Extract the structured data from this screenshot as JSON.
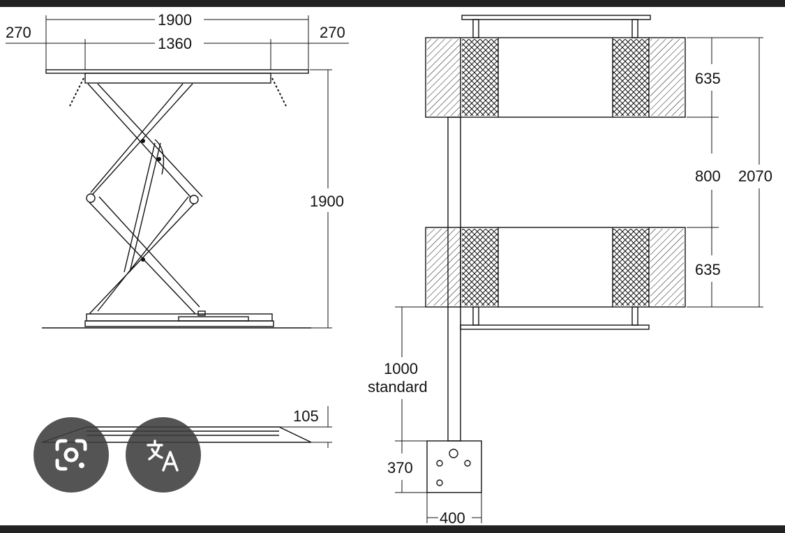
{
  "drawing": {
    "left_lift": {
      "top_overall_width": "1900",
      "left_overhang": "270",
      "right_overhang": "270",
      "inner_width": "1360",
      "max_height": "1900",
      "base_height": "105"
    },
    "right_lift": {
      "platform_length": "635",
      "gap": "800",
      "overall_length": "2070",
      "platform_length_2": "635",
      "standard_height_value": "1000",
      "standard_height_label": "standard",
      "base_height": "370",
      "base_width": "400"
    }
  },
  "overlay_buttons": {
    "lens": {
      "icon": "google-lens-icon"
    },
    "translate": {
      "icon": "translate-icon"
    }
  },
  "colors": {
    "frame": "#222222",
    "ink": "#111111",
    "fab_background": "#3c3c3c"
  }
}
